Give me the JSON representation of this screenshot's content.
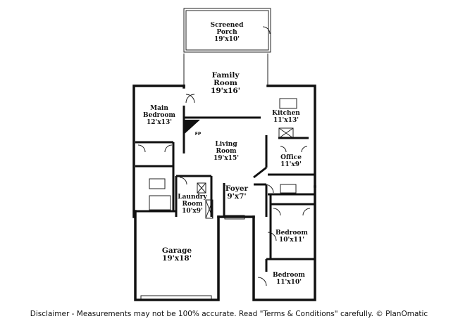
{
  "rooms": [
    {
      "id": "screened-porch",
      "name": "Screened\nPorch",
      "dims": "19'x10'"
    },
    {
      "id": "family-room",
      "name": "Family\nRoom",
      "dims": "19'x16'"
    },
    {
      "id": "main-bedroom",
      "name": "Main\nBedroom",
      "dims": "12'x13'"
    },
    {
      "id": "kitchen",
      "name": "Kitchen",
      "dims": "11'x13'"
    },
    {
      "id": "living-room",
      "name": "Living\nRoom",
      "dims": "19'x15'"
    },
    {
      "id": "office",
      "name": "Office",
      "dims": "11'x9'"
    },
    {
      "id": "foyer",
      "name": "Foyer",
      "dims": "9'x7'"
    },
    {
      "id": "laundry-room",
      "name": "Laundry\nRoom",
      "dims": "10'x9'"
    },
    {
      "id": "garage",
      "name": "Garage",
      "dims": "19'x18'"
    },
    {
      "id": "bedroom-1",
      "name": "Bedroom",
      "dims": "10'x11'"
    },
    {
      "id": "bedroom-2",
      "name": "Bedroom",
      "dims": "11'x10'"
    }
  ],
  "fireplace_label": "FP",
  "disclaimer": "Disclaimer - Measurements may not be 100% accurate. Read \"Terms & Conditions\" carefully. © PlanOmatic"
}
